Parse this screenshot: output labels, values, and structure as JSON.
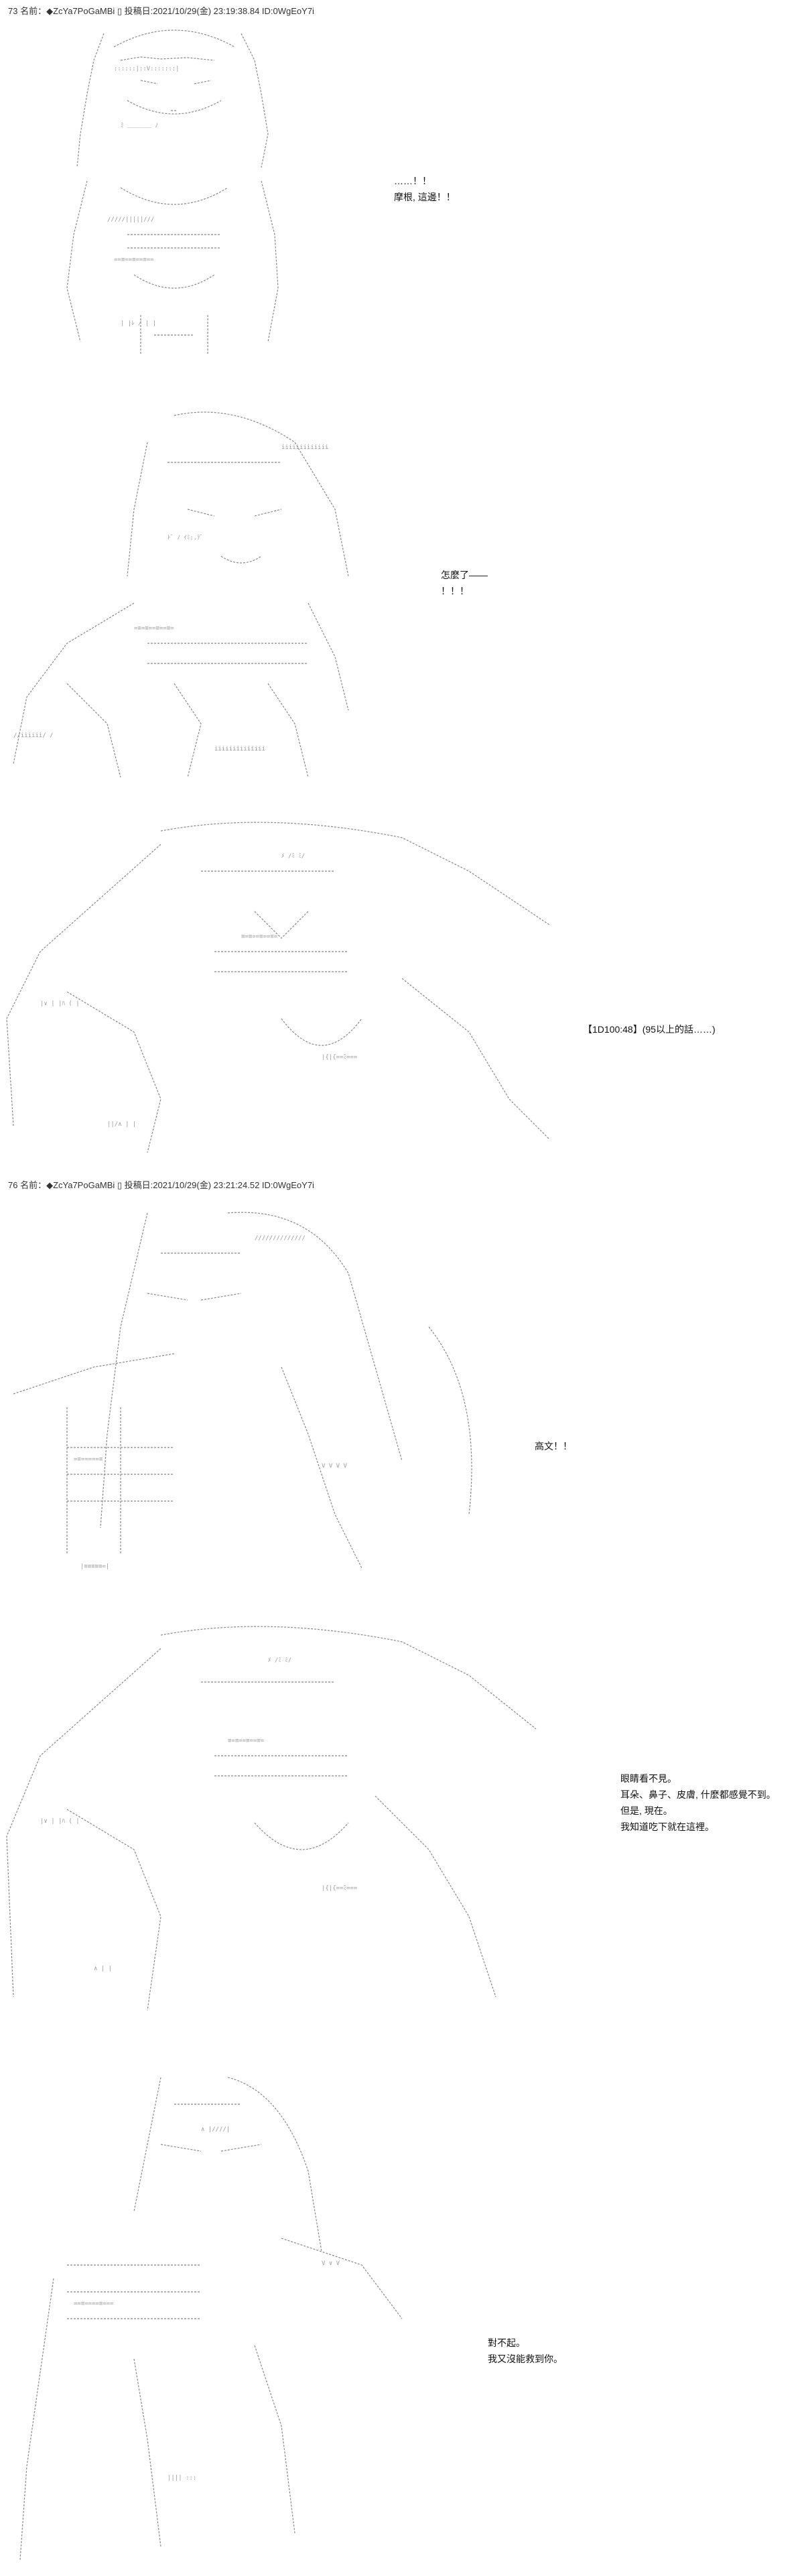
{
  "post1": {
    "header": "73 名前：◆ZcYa7PoGaMBi ▯ 投稿日:2021/10/29(金) 23:19:38.84 ID:0WgEoY7i",
    "panels": [
      {
        "lines": [
          "……！！",
          "摩根, 這邊！！"
        ]
      },
      {
        "lines": [
          "怎麼了——",
          "！！！"
        ]
      },
      {
        "lines": [
          "【1D100:48】(95以上的話……)"
        ]
      }
    ]
  },
  "post2": {
    "header": "76 名前：◆ZcYa7PoGaMBi ▯ 投稿日:2021/10/29(金) 23:21:24.52 ID:0WgEoY7i",
    "panels": [
      {
        "lines": [
          "高文！！"
        ]
      },
      {
        "lines": [
          "眼睛看不見。",
          "耳朵、鼻子、皮膚, 什麼都感覺不到。",
          "但是, 現在。",
          "我知道吃下就在這裡。"
        ]
      },
      {
        "lines": [
          "對不起。",
          "我又沒能救到你。"
        ]
      }
    ]
  }
}
